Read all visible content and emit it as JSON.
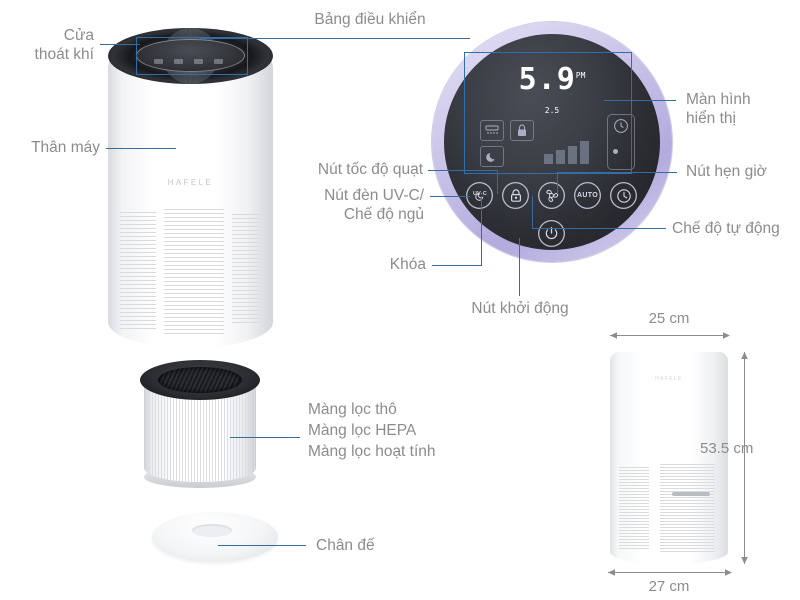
{
  "brand": "HAFELE",
  "labels": {
    "air_outlet": "Cửa\nthoát khí",
    "control_panel": "Bảng điều khiển",
    "machine_body": "Thân máy",
    "display_screen": "Màn hình\nhiển thị",
    "timer_button": "Nút hẹn giờ",
    "auto_mode": "Chế độ tự động",
    "fan_speed_button": "Nút tốc độ quạt",
    "uvc_sleep_button": "Nút đèn UV-C/\nChế độ ngủ",
    "lock": "Khóa",
    "power_button": "Nút khởi động",
    "filters": "Màng lọc thô\nMàng lọc HEPA\nMàng lọc hoạt tính",
    "base": "Chân đế"
  },
  "control_panel": {
    "pm_value": "5.9",
    "pm_unit_top": "PM",
    "pm_unit_bottom": "2.5",
    "indicators": [
      {
        "name": "uvc-lamp-indicator",
        "glyph": "UV-C"
      },
      {
        "name": "lock-indicator",
        "glyph": "🔒"
      },
      {
        "name": "sleep-moon-indicator",
        "glyph": "☽"
      },
      {
        "name": "timer-indicator",
        "glyph": "◴"
      }
    ],
    "fan_bars": [
      10,
      14,
      18,
      22
    ],
    "buttons": [
      {
        "name": "uvc-sleep-button",
        "label": "UV-C"
      },
      {
        "name": "lock-button",
        "label": ""
      },
      {
        "name": "fan-speed-button",
        "label": ""
      },
      {
        "name": "auto-mode-button",
        "label": "AUTO"
      },
      {
        "name": "timer-button",
        "label": ""
      },
      {
        "name": "power-button",
        "label": ""
      }
    ]
  },
  "dimensions": {
    "top_width": "25 cm",
    "height": "53.5 cm",
    "bottom_width": "27 cm"
  },
  "colors": {
    "leader_line": "#3a6b9e",
    "label_text": "#8c8c8c",
    "panel_ring": "#b3aadd",
    "panel_face": "#2c2e34",
    "callout_border": "#2f6fb0"
  }
}
